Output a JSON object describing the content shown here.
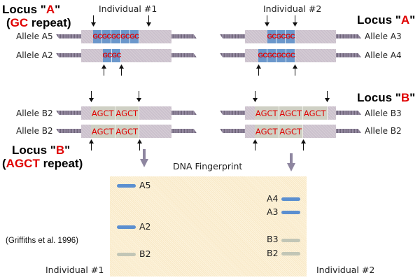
{
  "locus_a_left": {
    "prefix": "Locus \"",
    "letter": "A",
    "suffix": "\"",
    "sub_open": "(",
    "sub_repeat": "GC",
    "sub_rest": " repeat)"
  },
  "locus_a_right": {
    "prefix": "Locus \"",
    "letter": "A",
    "suffix": "\""
  },
  "locus_b_right": {
    "prefix": "Locus \"",
    "letter": "B",
    "suffix": "\""
  },
  "locus_b_left": {
    "prefix": "Locus \"",
    "letter": "B",
    "suffix": "\"",
    "sub_open": "(",
    "sub_repeat": "AGCT",
    "sub_rest": " repeat)"
  },
  "individual1": {
    "title": "Individual #1",
    "alleles": [
      {
        "label": "Allele A5",
        "repeat_unit": "GC",
        "repeats": [
          "GC",
          "GC",
          "GC",
          "GC",
          "GC"
        ]
      },
      {
        "label": "Allele A2",
        "repeat_unit": "GC",
        "repeats": [
          "GC",
          "GC"
        ]
      },
      {
        "label": "Allele B2",
        "repeat_unit": "AGCT",
        "repeats": [
          "AGCT",
          "AGCT"
        ]
      },
      {
        "label": "Allele B2",
        "repeat_unit": "AGCT",
        "repeats": [
          "AGCT",
          "AGCT"
        ]
      }
    ]
  },
  "individual2": {
    "title": "Individual #2",
    "alleles": [
      {
        "label": "Allele A3",
        "repeat_unit": "GC",
        "repeats": [
          "GC",
          "GC",
          "GC"
        ]
      },
      {
        "label": "Allele A4",
        "repeat_unit": "GC",
        "repeats": [
          "GC",
          "GC",
          "GC",
          "GC"
        ]
      },
      {
        "label": "Allele B3",
        "repeat_unit": "AGCT",
        "repeats": [
          "AGCT",
          "AGCT",
          "AGCT"
        ]
      },
      {
        "label": "Allele B2",
        "repeat_unit": "AGCT",
        "repeats": [
          "AGCT",
          "AGCT"
        ]
      }
    ]
  },
  "fingerprint": {
    "title": "DNA Fingerprint",
    "lane1_label": "Individual #1",
    "lane2_label": "Individual #2",
    "lane1_bands": [
      {
        "label": "A5",
        "kind": "A"
      },
      {
        "label": "A2",
        "kind": "A"
      },
      {
        "label": "B2",
        "kind": "B"
      }
    ],
    "lane2_bands": [
      {
        "label": "A4",
        "kind": "A"
      },
      {
        "label": "A3",
        "kind": "A"
      },
      {
        "label": "B3",
        "kind": "B"
      },
      {
        "label": "B2",
        "kind": "B"
      }
    ]
  },
  "colors": {
    "highlight_red": "#e00000",
    "gc_repeat_blue": "#6b97cb",
    "agct_region": "#cfd0c4",
    "band_a": "#5b8fd0",
    "band_b": "#c2c6b6",
    "gel_bg": "#fbefd3"
  },
  "citation": "(Griffiths et al. 1996)"
}
